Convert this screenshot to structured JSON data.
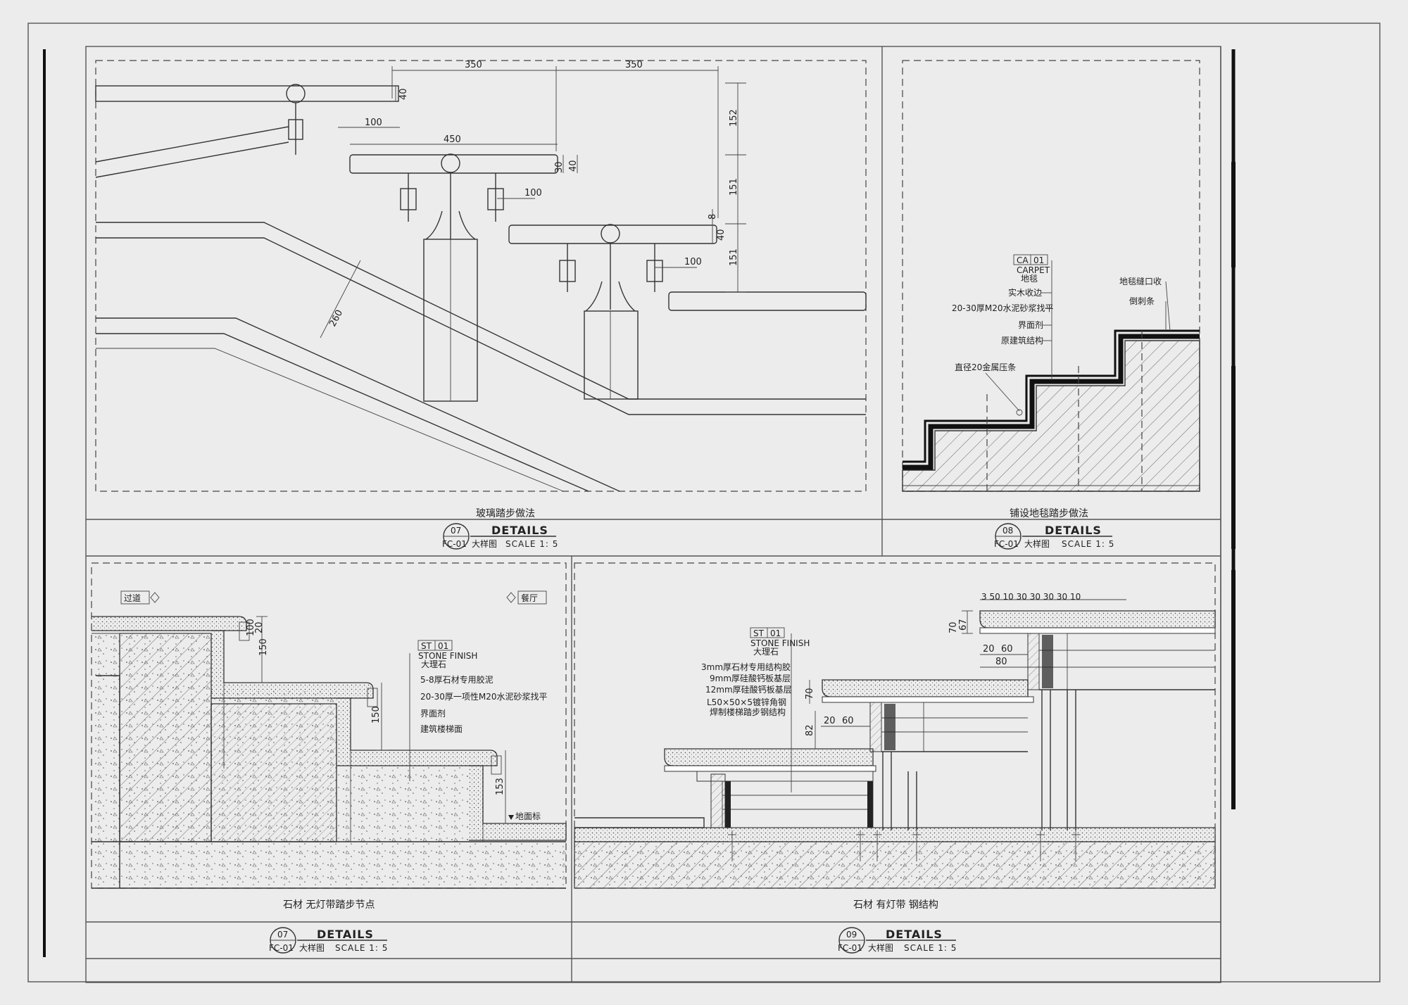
{
  "details": [
    {
      "caption": "玻璃踏步做法",
      "number": "07",
      "sheet": "FC-01",
      "title": "DETAILS",
      "subtitle": "大样图",
      "scale": "SCALE 1: 5",
      "dims": {
        "top_left": "350",
        "top_right": "350",
        "d40a": "40",
        "d100a": "100",
        "d450": "450",
        "d30": "30",
        "d40b": "40",
        "d100b": "100",
        "d152": "152",
        "d151a": "151",
        "d8": "8",
        "d40c": "40",
        "d151b": "151",
        "d100c": "100",
        "d260": "260"
      }
    },
    {
      "caption": "铺设地毯踏步做法",
      "number": "08",
      "sheet": "FC-01",
      "title": "DETAILS",
      "subtitle": "大样图",
      "scale": "SCALE 1: 5",
      "tag_code": "CA",
      "tag_num": "01",
      "tag_name": "CARPET",
      "tag_cn": "地毯",
      "notes": [
        "实木收边",
        "20-30厚M20水泥砂浆找平",
        "界面剂",
        "原建筑结构"
      ],
      "note_left": "直径20金属压条",
      "note_r1": "地毯缝口收",
      "note_r2": "倒刺条"
    },
    {
      "caption": "石材 无灯带踏步节点",
      "number": "07",
      "sheet": "FC-01",
      "title": "DETAILS",
      "subtitle": "大样图",
      "scale": "SCALE 1: 5",
      "left_tag": "过道",
      "right_tag": "餐厅",
      "tag_code": "ST",
      "tag_num": "01",
      "tag_name": "STONE FINISH",
      "tag_cn": "大理石",
      "notes": [
        "5-8厚石材专用胶泥",
        "20-30厚一项性M20水泥砂浆找平",
        "界面剂",
        "建筑楼梯面"
      ],
      "dims": {
        "d20": "20",
        "d100": "100",
        "d150a": "150",
        "d150b": "150",
        "d153": "153"
      },
      "level": "地面标"
    },
    {
      "caption": "石材 有灯带 钢结构",
      "number": "09",
      "sheet": "FC-01",
      "title": "DETAILS",
      "subtitle": "大样图",
      "scale": "SCALE 1: 5",
      "tag_code": "ST",
      "tag_num": "01",
      "tag_name": "STONE FINISH",
      "tag_cn": "大理石",
      "notes": [
        "3mm厚石材专用结构胶",
        "9mm厚硅酸钙板基层",
        "12mm厚硅酸钙板基层",
        "L50×50×5镀锌角钢",
        "焊制楼梯踏步钢结构"
      ],
      "dims": {
        "top": "3 50 10 30 30 30 30 10",
        "d67": "67",
        "d70a": "70",
        "d20a": "20",
        "d60a": "60",
        "d80": "80",
        "d70b": "70",
        "d82": "82",
        "d20b": "20",
        "d60b": "60"
      }
    }
  ]
}
